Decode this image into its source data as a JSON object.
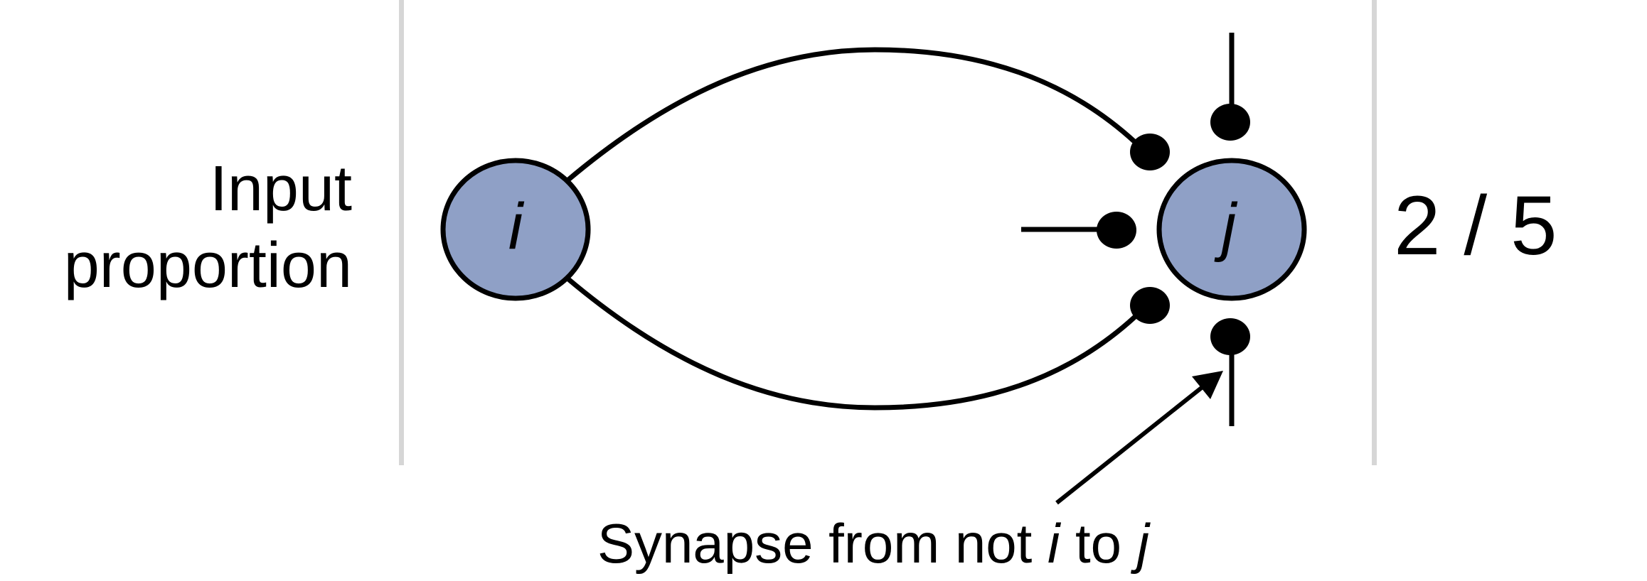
{
  "row_label": {
    "line1": "Input",
    "line2": "proportion"
  },
  "nodes": {
    "source": "i",
    "target": "j",
    "fill_color": "#8fa0c6",
    "stroke_color": "#000000"
  },
  "ratio": "2 / 5",
  "caption": {
    "prefix": "Synapse from not ",
    "from_node": "i",
    "middle": " to ",
    "to_node": "j"
  }
}
